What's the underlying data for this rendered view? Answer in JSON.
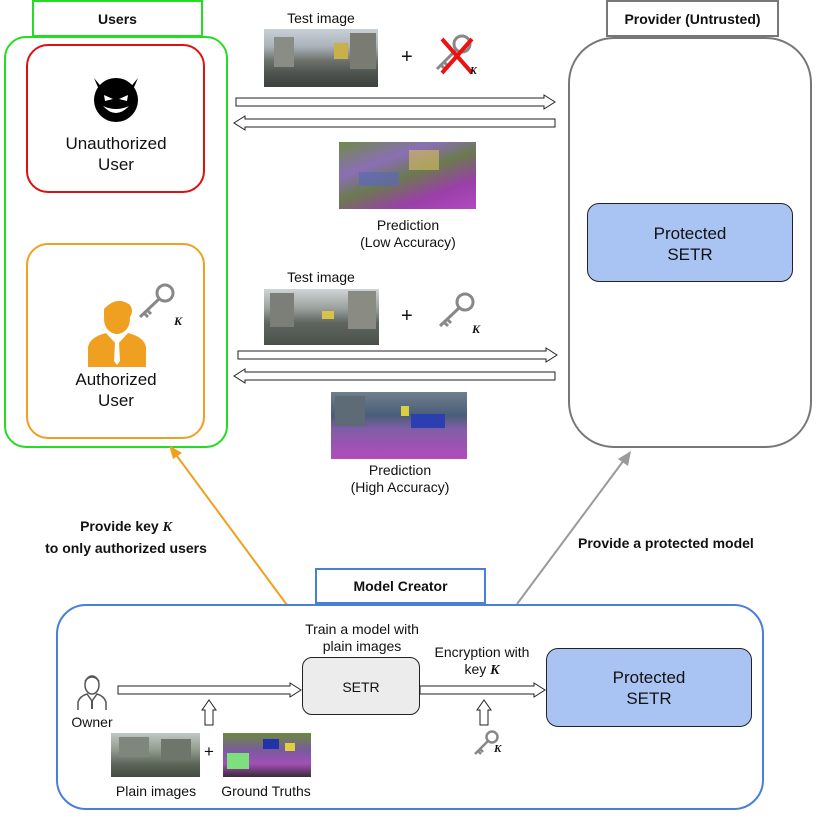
{
  "users": {
    "title": "Users",
    "unauthorized_label": "Unauthorized\nUser",
    "authorized_label": "Authorized\nUser",
    "key_letter": "K"
  },
  "provider": {
    "title": "Provider (Untrusted)",
    "model_label": "Protected\nSETR"
  },
  "top_flow": {
    "test_image_label": "Test image",
    "plus": "+",
    "key_letter": "K",
    "prediction_label": "Prediction\n(Low Accuracy)"
  },
  "middle_flow": {
    "test_image_label": "Test image",
    "plus": "+",
    "key_letter": "K",
    "prediction_label": "Prediction\n(High Accuracy)"
  },
  "annotations": {
    "provide_key_line1": "Provide key",
    "provide_key_letter": "K",
    "provide_key_line2": "to only authorized users",
    "provide_model": "Provide a protected model"
  },
  "creator": {
    "title": "Model Creator",
    "owner_label": "Owner",
    "train_label": "Train a model with\nplain images",
    "setr_label": "SETR",
    "encryption_label": "Encryption with\nkey",
    "encryption_key_letter": "K",
    "protected_label": "Protected\nSETR",
    "plain_images_label": "Plain images",
    "plus": "+",
    "ground_truths_label": "Ground Truths",
    "key_letter": "K"
  },
  "colors": {
    "users_border": "#22dd22",
    "unauthorized_border": "#dd1111",
    "authorized_border": "#f0a020",
    "provider_border": "#777777",
    "creator_border": "#4a7fd6",
    "protected_fill": "#a9c4f2",
    "orange_arrow": "#f0a020",
    "gray_arrow": "#9a9a9a"
  }
}
